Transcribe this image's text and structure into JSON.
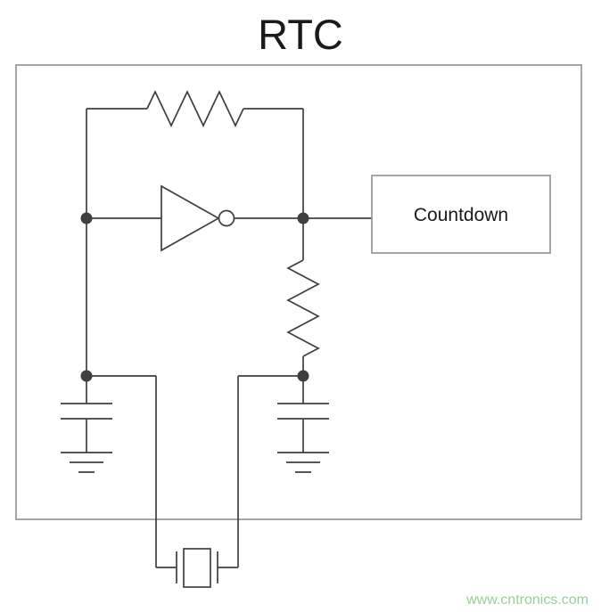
{
  "title": "RTC",
  "countdown": {
    "label": "Countdown"
  },
  "watermark": {
    "text": "www.cntronics.com",
    "color": "#97d097"
  },
  "colors": {
    "circuit_line": "#3f3f3f",
    "boundary_border": "#8f8f8f",
    "background": "#ffffff",
    "text": "#1a1a1a"
  },
  "components": {
    "feedback_resistor": "resistor",
    "inverter": "inverter-gate-with-output-bubble",
    "series_resistor": "resistor",
    "left_capacitor": "capacitor-to-ground",
    "right_capacitor": "capacitor-to-ground",
    "crystal": "crystal-oscillator",
    "countdown_block": "countdown"
  }
}
